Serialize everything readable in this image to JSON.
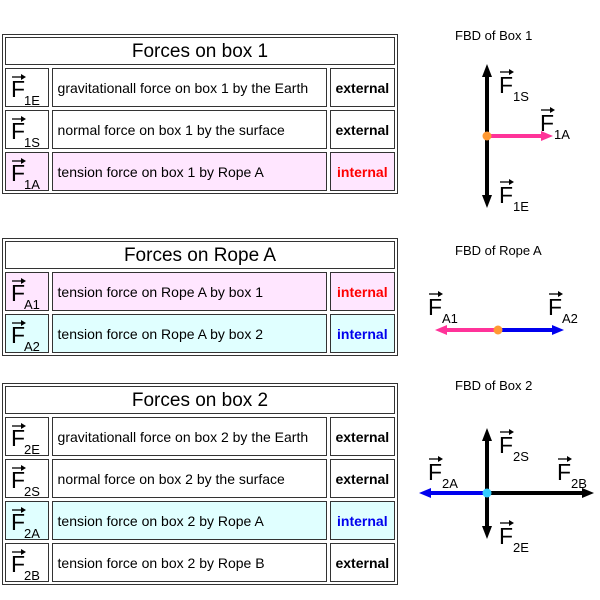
{
  "colors": {
    "pink": "#ff3399",
    "blue": "#0000ee",
    "black": "#000000",
    "orange_dot": "#ff9933",
    "cyan_dot": "#33ccff"
  },
  "tables": [
    {
      "title": "Forces on box 1",
      "rows": [
        {
          "symbol": "F",
          "sub": "1E",
          "desc": "gravitationall force on box 1 by the Earth",
          "type": "external"
        },
        {
          "symbol": "F",
          "sub": "1S",
          "desc": "normal force on box 1 by the surface",
          "type": "external"
        },
        {
          "symbol": "F",
          "sub": "1A",
          "desc": "tension force on box 1 by Rope A",
          "type": "internal"
        }
      ]
    },
    {
      "title": "Forces on Rope A",
      "rows": [
        {
          "symbol": "F",
          "sub": "A1",
          "desc": "tension force on Rope A by box 1",
          "type": "internal"
        },
        {
          "symbol": "F",
          "sub": "A2",
          "desc": "tension force on Rope A by box 2",
          "type": "internal"
        }
      ]
    },
    {
      "title": "Forces on box 2",
      "rows": [
        {
          "symbol": "F",
          "sub": "2E",
          "desc": "gravitationall force on box 2 by the Earth",
          "type": "external"
        },
        {
          "symbol": "F",
          "sub": "2S",
          "desc": "normal force on box 2 by the surface",
          "type": "external"
        },
        {
          "symbol": "F",
          "sub": "2A",
          "desc": "tension force on box 2 by Rope A",
          "type": "internal"
        },
        {
          "symbol": "F",
          "sub": "2B",
          "desc": "tension force on box 2 by Rope B",
          "type": "external"
        }
      ]
    }
  ],
  "fbds": [
    {
      "title": "FBD of Box 1",
      "labels": [
        {
          "symbol": "F",
          "sub": "1S"
        },
        {
          "symbol": "F",
          "sub": "1A"
        },
        {
          "symbol": "F",
          "sub": "1E"
        }
      ]
    },
    {
      "title": "FBD of Rope A",
      "labels": [
        {
          "symbol": "F",
          "sub": "A1"
        },
        {
          "symbol": "F",
          "sub": "A2"
        }
      ]
    },
    {
      "title": "FBD of Box 2",
      "labels": [
        {
          "symbol": "F",
          "sub": "2S"
        },
        {
          "symbol": "F",
          "sub": "2A"
        },
        {
          "symbol": "F",
          "sub": "2B"
        },
        {
          "symbol": "F",
          "sub": "2E"
        }
      ]
    }
  ]
}
